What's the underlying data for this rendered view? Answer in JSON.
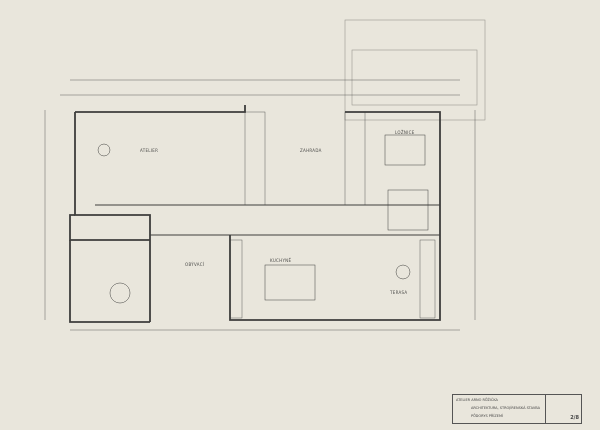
{
  "drawing": {
    "rooms": {
      "atelier": "ATELIER",
      "hall": "ZAHRADA",
      "bedroom": "LOŽNICE",
      "kitchen": "KUCHYNĚ",
      "living": "OBÝVACÍ",
      "terrace": "TERASA"
    },
    "title_block": {
      "line1": "ATELIER ARNO RŮŽIČKA",
      "line2": "ARCHITEKTURA, STROJÍRENSKÁ STAVBA",
      "line3": "PŮDORYS PŘÍZEMÍ",
      "sheet": "2/8"
    },
    "colors": {
      "paper": "#e9e6dc",
      "ink": "#3e3e3c"
    }
  }
}
